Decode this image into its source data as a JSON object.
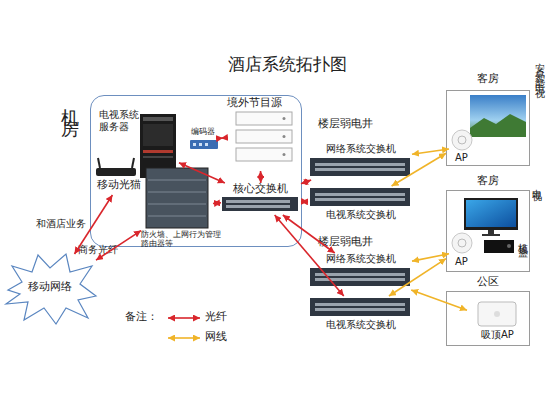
{
  "diagram": {
    "title": "酒店系统拓扑图",
    "nodes": [
      {
        "text": [
          "机房"
        ]
      },
      {
        "text": [
          "电视系统 服务器"
        ],
        "in": 0
      },
      {
        "text": [
          "境外节目源"
        ],
        "in": 0
      },
      {
        "text": [
          "编码器"
        ],
        "in": 0
      },
      {
        "text": [
          "移动光猫"
        ],
        "in": 0
      },
      {
        "text": [
          "核心交换机"
        ],
        "in": 0
      },
      {
        "text": [
          "防火墙、上网行为管理 路由器等"
        ],
        "in": 0
      },
      {
        "text": [
          "网络系统交换机"
        ]
      },
      {
        "text": [
          "电视系统交换机"
        ]
      },
      {
        "text": [
          "网络系统交换机"
        ]
      },
      {
        "text": [
          "电视系统交换机"
        ]
      },
      {
        "text": [
          "客房",
          "安卓智能电视"
        ]
      },
      {
        "text": [
          "AP"
        ],
        "in": 11
      },
      {
        "text": [
          "客房",
          "电视",
          "机顶盒"
        ]
      },
      {
        "text": [
          "AP"
        ],
        "in": 13
      },
      {
        "text": [
          "公区"
        ]
      },
      {
        "text": [
          "吸顶AP"
        ],
        "in": 15
      },
      {
        "text": [
          "移动网络"
        ]
      }
    ],
    "edges": [
      {
        "from": 1,
        "to": 5,
        "arrow": "both"
      },
      {
        "from": 3,
        "to": 2,
        "arrow": "both"
      },
      {
        "from": 2,
        "to": 5,
        "arrow": "both"
      },
      {
        "from": 6,
        "to": 5,
        "arrow": "both"
      },
      {
        "from": 5,
        "to": 7,
        "arrow": "both"
      },
      {
        "from": 5,
        "to": 8,
        "arrow": "both"
      },
      {
        "from": 5,
        "to": 9,
        "arrow": "both"
      },
      {
        "from": 5,
        "to": 10,
        "arrow": "both"
      },
      {
        "from": 7,
        "to": 12,
        "arrow": "both"
      },
      {
        "from": 8,
        "to": 11,
        "arrow": "both"
      },
      {
        "from": 9,
        "to": 14,
        "arrow": "both"
      },
      {
        "from": 9,
        "to": 16,
        "arrow": "both"
      },
      {
        "from": 10,
        "to": 13,
        "arrow": "both"
      },
      {
        "from": 17,
        "to": 4,
        "arrow": "both"
      },
      {
        "from": 17,
        "to": 6,
        "arrow": "both"
      }
    ],
    "labels": [
      "楼层弱电井",
      "楼层弱电井",
      "和酒店业务",
      "商务光纤",
      "备注："
    ],
    "legend": [
      {
        "text": "光纤"
      },
      {
        "text": "网线"
      }
    ]
  }
}
